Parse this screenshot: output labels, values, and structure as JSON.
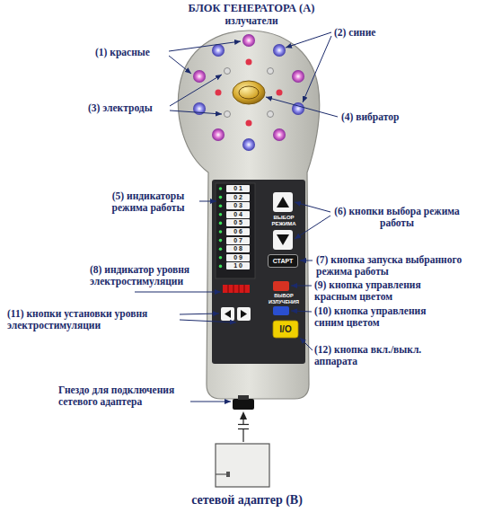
{
  "diagram": {
    "nodes": [
      {
        "text": [
          "БЛОК ГЕНЕРАТОРА (А)",
          "излучатели"
        ]
      },
      {
        "text": [
          "ВЫБОР РЕЖИМА",
          "ВЫБОР ИЗЛУЧЕНИЯ"
        ],
        "in": 0
      },
      {
        "text": [
          "СТАРТ"
        ],
        "in": 1
      },
      {
        "text": [
          "сетевой адаптер (В)"
        ]
      }
    ],
    "edges": [
      {
        "from": 3,
        "to": 0,
        "arrow": "to"
      }
    ],
    "labels": [
      "(1) красные",
      "(2) синие",
      "(3) электроды",
      "(4) вибратор",
      "(5) индикаторы режима работы",
      "(6) кнопки выбора режима работы",
      "(7) кнопка запуска выбранного режима работы",
      "(8) индикатор уровня электростимуляции",
      "(9) кнопка управления красным цветом",
      "(10) кнопка управления синим цветом",
      "(11) кнопки установки уровня электростимуляции",
      "(12) кнопка вкл./выкл. аппарата",
      "Гнездо для подключения сетевого адаптера",
      "0 1",
      "0 2",
      "0 3",
      "0 4",
      "0 5",
      "0 6",
      "0 7",
      "0 8",
      "0 9",
      "1 0",
      "I/O"
    ]
  }
}
